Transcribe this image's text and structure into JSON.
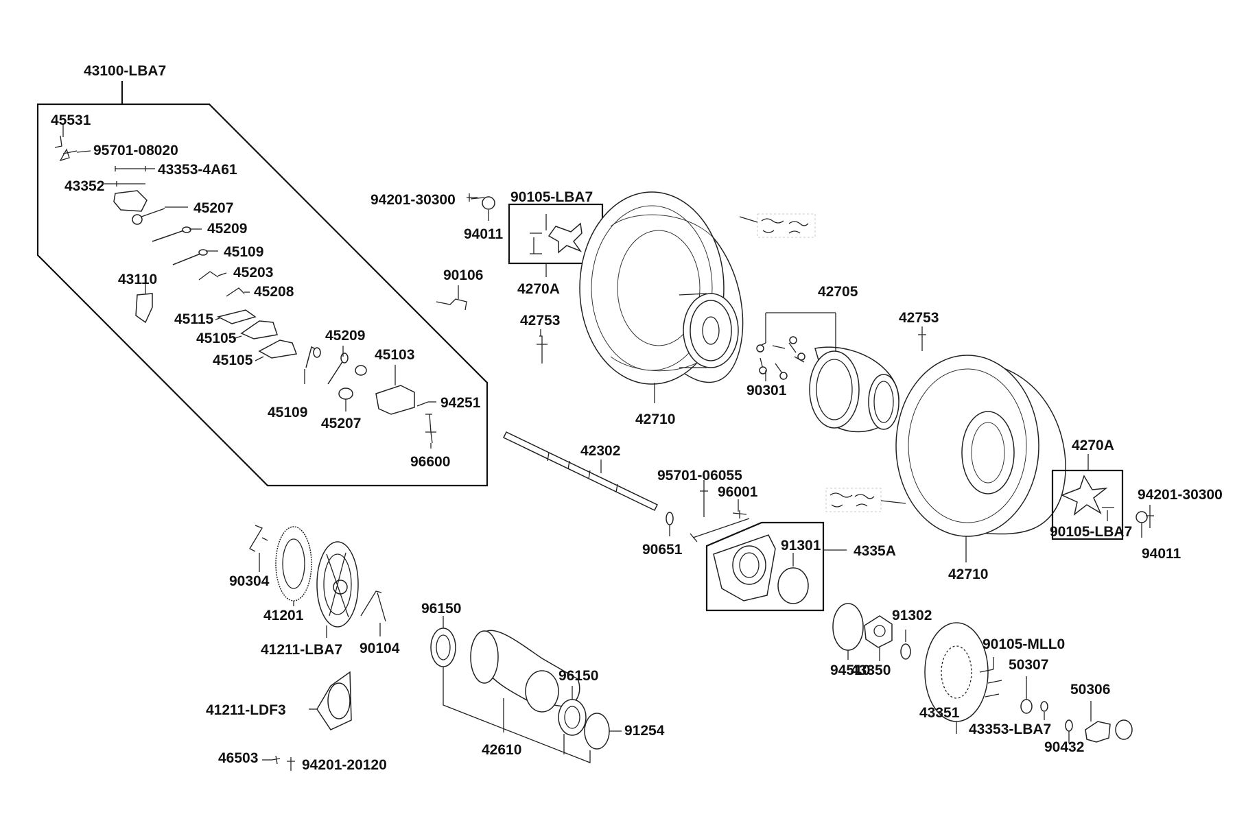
{
  "diagram": {
    "labels": {
      "p43100_LBA7": "43100-LBA7",
      "p45531": "45531",
      "p95701_08020": "95701-08020",
      "p43353_4A61": "43353-4A61",
      "p43352": "43352",
      "p45207_a": "45207",
      "p45209_a": "45209",
      "p45109_a": "45109",
      "p45203": "45203",
      "p43110": "43110",
      "p45208": "45208",
      "p45115": "45115",
      "p45105_a": "45105",
      "p45105_b": "45105",
      "p45209_b": "45209",
      "p45103": "45103",
      "p94251": "94251",
      "p45109_b": "45109",
      "p45207_b": "45207",
      "p96600": "96600",
      "p94201_30300_a": "94201-30300",
      "p90105_LBA7_a": "90105-LBA7",
      "p94011_a": "94011",
      "p4270A_a": "4270A",
      "p90106": "90106",
      "p42753_a": "42753",
      "p42705": "42705",
      "p42753_b": "42753",
      "p90301": "90301",
      "p42710_a": "42710",
      "p42302": "42302",
      "p4270A_b": "4270A",
      "p94201_30300_b": "94201-30300",
      "p90105_LBA7_b": "90105-LBA7",
      "p94011_b": "94011",
      "p42710_b": "42710",
      "p95701_06055": "95701-06055",
      "p96001": "96001",
      "p90651": "90651",
      "p91301": "91301",
      "p4335A": "4335A",
      "p90304": "90304",
      "p41201": "41201",
      "p41211_LBA7": "41211-LBA7",
      "p90104": "90104",
      "p96150_a": "96150",
      "p96150_b": "96150",
      "p91302": "91302",
      "p94510": "94510",
      "p43350": "43350",
      "p90105_MLL0": "90105-MLL0",
      "p50307": "50307",
      "p43351": "43351",
      "p50306": "50306",
      "p43353_LBA7": "43353-LBA7",
      "p90432": "90432",
      "p91254": "91254",
      "p42610": "42610",
      "p41211_LDF3": "41211-LDF3",
      "p46503": "46503",
      "p94201_20120": "94201-20120"
    },
    "colors": {
      "line": "#111111",
      "text": "#111111",
      "background": "#ffffff"
    }
  }
}
